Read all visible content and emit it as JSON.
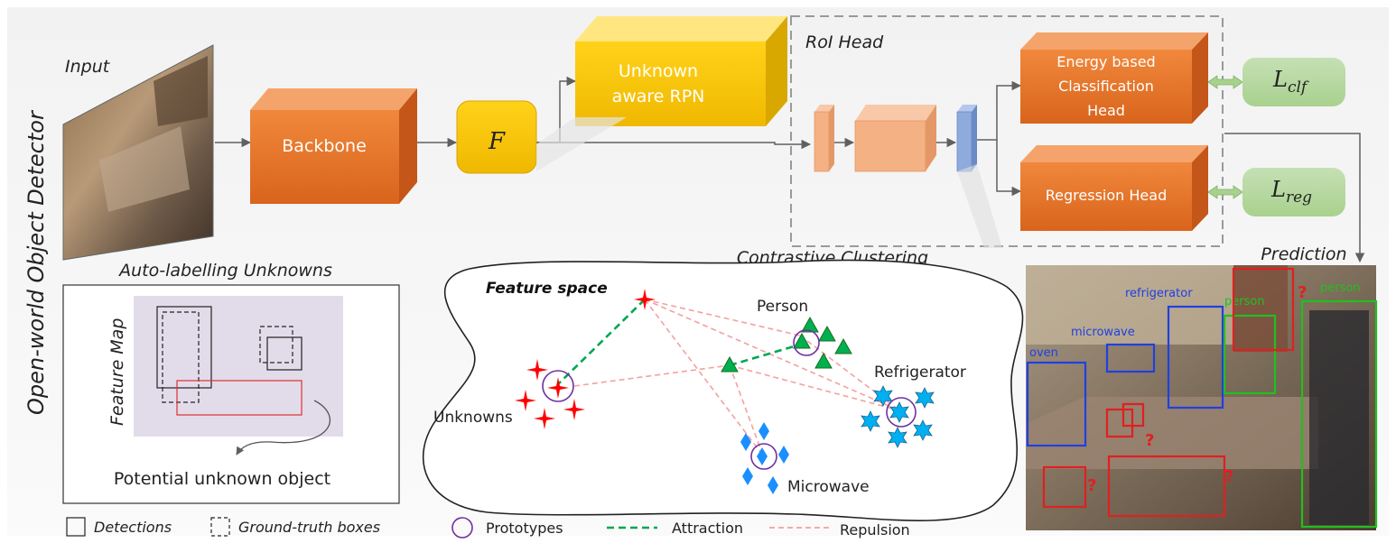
{
  "vertical_title": "Open-world Object Detector",
  "input_label": "Input",
  "boxes": {
    "backbone": "Backbone",
    "feature": "F",
    "rpn_line1": "Unknown",
    "rpn_line2": "aware RPN",
    "roi_head": "RoI Head",
    "energy_line1": "Energy based",
    "energy_line2": "Classification",
    "energy_line3": "Head",
    "regression": "Regression Head",
    "loss_clf_main": "L",
    "loss_clf_sub": "clf",
    "loss_reg_main": "L",
    "loss_reg_sub": "reg"
  },
  "auto_label": {
    "title": "Auto-labelling Unknowns",
    "feature_map": "Feature Map",
    "potential": "Potential unknown  object"
  },
  "clustering": {
    "title": "Contrastive  Clustering",
    "feature_space": "Feature space",
    "person": "Person",
    "refrigerator": "Refrigerator",
    "unknowns": "Unknowns",
    "microwave": "Microwave"
  },
  "prediction": {
    "title": "Prediction",
    "labels": {
      "refrigerator": "refrigerator",
      "microwave": "microwave",
      "oven": "oven",
      "person1": "person",
      "person2": "person",
      "unknown_mark": "?"
    }
  },
  "legend": {
    "detections": "Detections",
    "gt_boxes": "Ground-truth boxes",
    "prototypes": "Prototypes",
    "attraction": "Attraction",
    "repulsion": "Repulsion"
  },
  "colors": {
    "orange": "#e8782e",
    "yellow": "#f5c400",
    "green_box": "#a9d18e",
    "roi_small": "#f4b183",
    "blue_small": "#8faadc",
    "unknown_red": "#ff0000",
    "person_green": "#00b050",
    "fridge_blue": "#00b0f0",
    "microwave_blue": "#1a8fff",
    "prototype_purple": "#7030a0",
    "attraction_green": "#00a651",
    "repulsion_pink": "#f4a0a0"
  }
}
